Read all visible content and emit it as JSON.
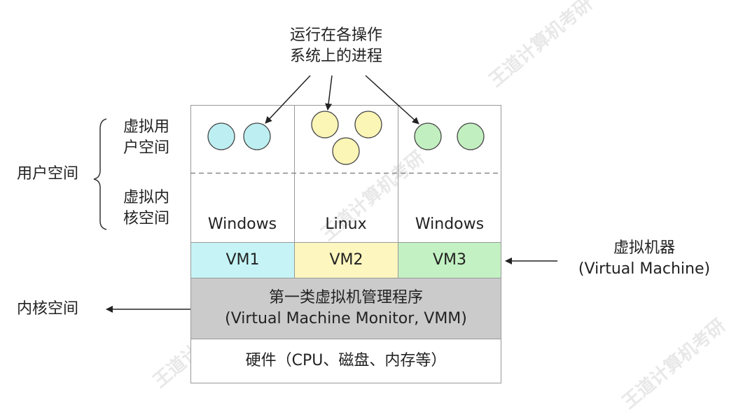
{
  "top_label": [
    "运行在各操作",
    "系统上的进程"
  ],
  "left": {
    "user_space": "用户空间",
    "virtual_user_space": [
      "虚拟用",
      "户空间"
    ],
    "virtual_kernel_space": [
      "虚拟内",
      "核空间"
    ],
    "kernel_space": "内核空间"
  },
  "columns": [
    {
      "os": "Windows",
      "vm": "VM1",
      "vm_color": "#c6f4f6",
      "process_color": "#bdeff2",
      "process_count": 2
    },
    {
      "os": "Linux",
      "vm": "VM2",
      "vm_color": "#fdf6bf",
      "process_color": "#fbf5b6",
      "process_count": 3
    },
    {
      "os": "Windows",
      "vm": "VM3",
      "vm_color": "#c3f1c3",
      "process_color": "#c2efc0",
      "process_count": 2
    }
  ],
  "vmm": {
    "line1": "第一类虚拟机管理程序",
    "line2": "(Virtual Machine Monitor, VMM)",
    "color": "#cbcbcb"
  },
  "hardware": "硬件（CPU、磁盘、内存等）",
  "right": {
    "line1": "虚拟机器",
    "line2": "(Virtual Machine)"
  },
  "watermark": "王道计算机考研"
}
